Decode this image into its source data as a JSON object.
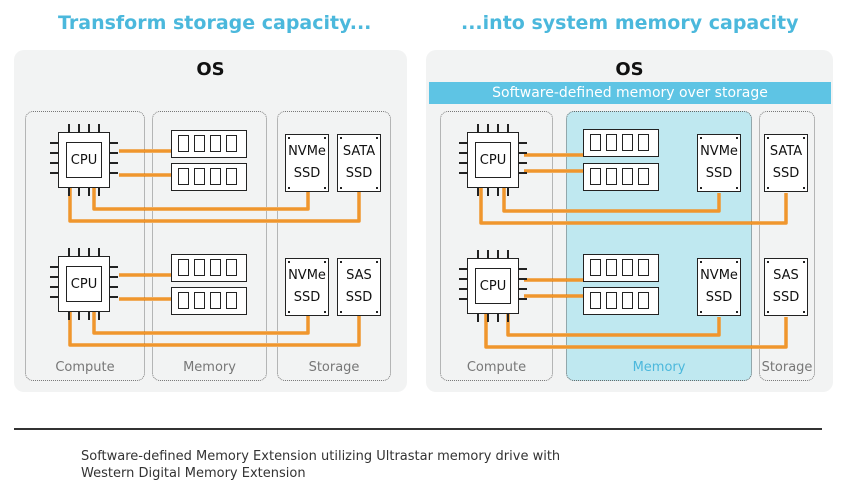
{
  "headings": {
    "left": "Transform storage capacity...",
    "right": "...into system memory capacity"
  },
  "left_panel": {
    "os_label": "OS",
    "group_labels": {
      "compute": "Compute",
      "memory": "Memory",
      "storage": "Storage"
    },
    "cpus": [
      "CPU",
      "CPU"
    ],
    "ssds": [
      {
        "line1": "NVMe",
        "line2": "SSD"
      },
      {
        "line1": "SATA",
        "line2": "SSD"
      },
      {
        "line1": "NVMe",
        "line2": "SSD"
      },
      {
        "line1": "SAS",
        "line2": "SSD"
      }
    ]
  },
  "right_panel": {
    "os_label": "OS",
    "banner": "Software-defined memory over storage",
    "group_labels": {
      "compute": "Compute",
      "memory": "Memory",
      "storage": "Storage"
    },
    "cpus": [
      "CPU",
      "CPU"
    ],
    "ssds": [
      {
        "line1": "NVMe",
        "line2": "SSD"
      },
      {
        "line1": "SATA",
        "line2": "SSD"
      },
      {
        "line1": "NVMe",
        "line2": "SSD"
      },
      {
        "line1": "SAS",
        "line2": "SSD"
      }
    ]
  },
  "caption": {
    "line1": "Software-defined Memory Extension utilizing Ultrastar memory drive with",
    "line2": "Western Digital Memory Extension"
  },
  "colors": {
    "accent": "#4bb8dc",
    "wire": "#f0962d",
    "memory_highlight": "#bfe8f0",
    "panel": "#f2f3f3"
  }
}
